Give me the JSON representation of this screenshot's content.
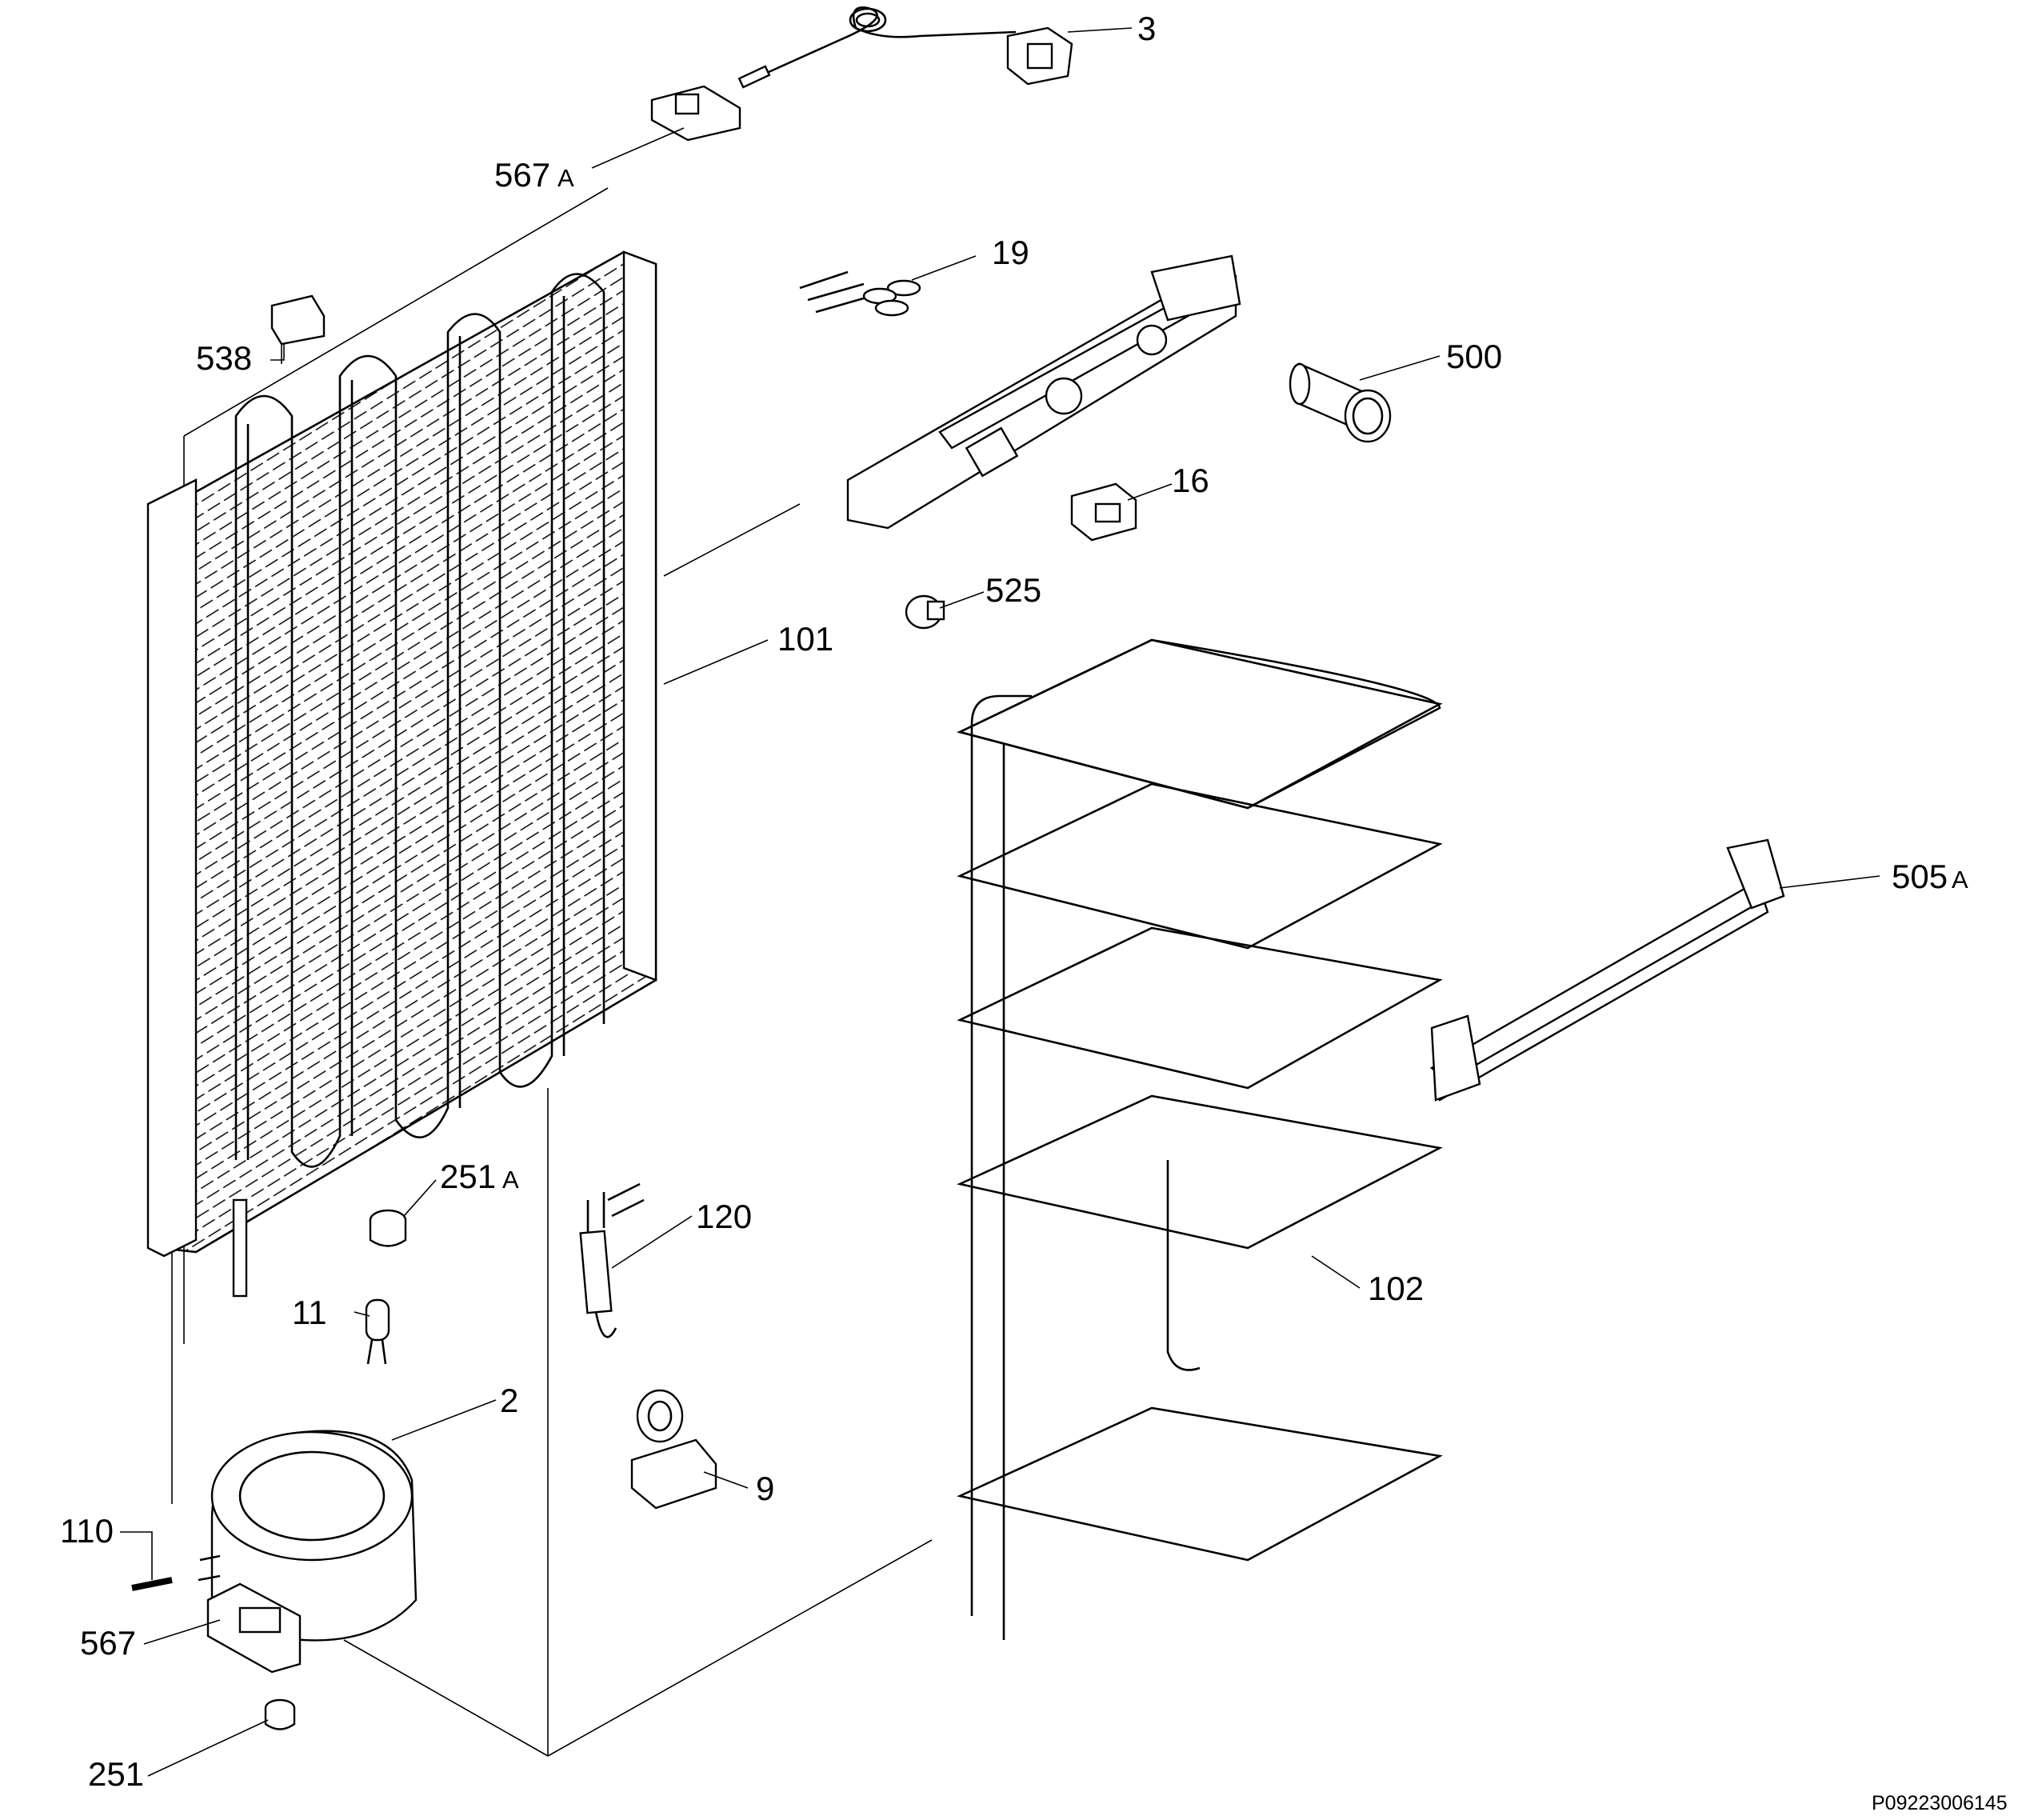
{
  "labels": {
    "p3": "3",
    "p567a": "567",
    "p567a_suffix": "A",
    "p538": "538",
    "p19": "19",
    "p500": "500",
    "p16": "16",
    "p525": "525",
    "p101": "101",
    "p505a": "505",
    "p505a_suffix": "A",
    "p251a": "251",
    "p251a_suffix": "A",
    "p120": "120",
    "p102": "102",
    "p11": "11",
    "p2": "2",
    "p9": "9",
    "p110": "110",
    "p567": "567",
    "p251": "251"
  },
  "reference_code": "P09223006145"
}
